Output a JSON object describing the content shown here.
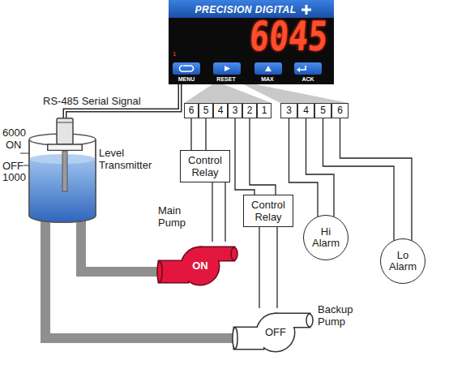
{
  "diagram": {
    "nodes": [
      {
        "text": [
          "PRECISION DIGITAL",
          "6045",
          "1",
          "MENU",
          "RESET",
          "MAX",
          "ACK"
        ]
      },
      {
        "text": [
          "Level Transmitter"
        ]
      },
      {
        "text": [
          "Control Relay"
        ]
      },
      {
        "text": [
          "Control Relay"
        ]
      },
      {
        "text": [
          "Hi Alarm"
        ]
      },
      {
        "text": [
          "Lo Alarm"
        ]
      },
      {
        "text": [
          "Main Pump",
          "ON"
        ]
      },
      {
        "text": [
          "OFF",
          "Backup Pump"
        ]
      }
    ],
    "edges": [
      {
        "from": 0,
        "to": 1,
        "arrow": "none",
        "label": "RS-485 Serial Signal"
      },
      {
        "from": 2,
        "to": 6,
        "arrow": "none"
      },
      {
        "from": 3,
        "to": 7,
        "arrow": "none"
      }
    ],
    "labels": [
      "6000",
      "ON",
      "OFF",
      "1000",
      "6",
      "5",
      "4",
      "3",
      "2",
      "1",
      "3",
      "4",
      "5",
      "6"
    ]
  }
}
